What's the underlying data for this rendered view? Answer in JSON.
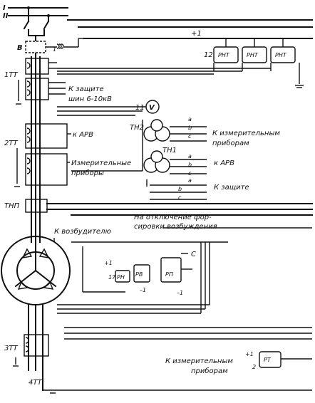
{
  "buses": {
    "bus_1": "I",
    "bus_2": "II"
  },
  "labels": {
    "breaker": "В",
    "ct1": "1ТТ",
    "ct2": "2ТТ",
    "ct3": "3ТТ",
    "ct4": "4ТТ",
    "tnp": "ТНП",
    "to_bus_protection_1": "К защите",
    "to_bus_protection_2": "шин 6-10кВ",
    "to_arv_left": "к АРВ",
    "meas_left_1": "Измерительные",
    "meas_left_2": "приборы",
    "voltmeter_num": "11",
    "voltmeter": "V",
    "tn2": "ТН2",
    "tn1": "ТН1",
    "to_meas_right_1": "К измерительным",
    "to_meas_right_2": "приборам",
    "to_arv_right": "к АРВ",
    "to_protection": "К защите",
    "exciter_off_1": "На отключение фор-",
    "exciter_off_2": "сировки возбуждения",
    "to_exciter": "К возбудителю",
    "to_meas_bottom_1": "К измерительным",
    "to_meas_bottom_2": "приборам",
    "plus1_top": "+1",
    "plus1_rn": "+1",
    "plus1_rt": "+1",
    "minus1_rv": "–1",
    "minus1_rp": "–1",
    "relay_group_num": "12",
    "rn_num": "17",
    "rt_num": "2",
    "c_label": "С",
    "one_label": "1",
    "phase_a": "a",
    "phase_b": "b",
    "phase_c": "c"
  },
  "relays": {
    "rnt_1": "РНТ",
    "rnt_2": "РНТ",
    "rnt_3": "РНТ",
    "rn": "РН",
    "rv": "РВ",
    "rp": "РП",
    "rt": "РТ"
  }
}
